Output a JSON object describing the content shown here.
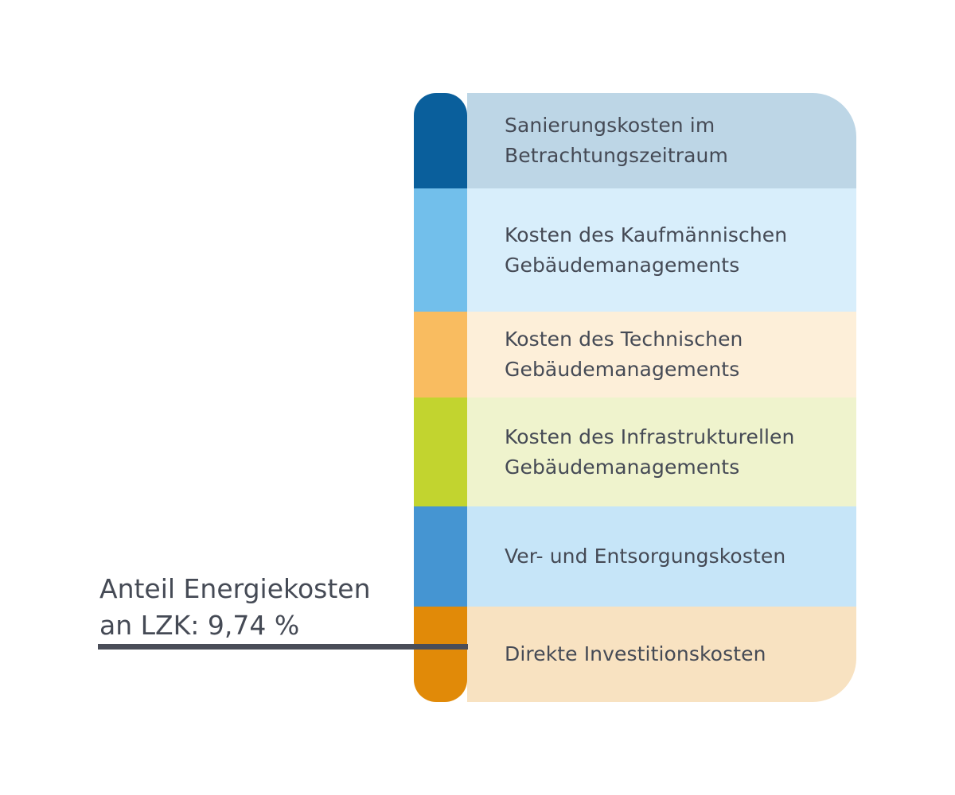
{
  "stack": {
    "rows": [
      {
        "label": "Sanierungskosten im\nBetrachtungszeitraum",
        "swatch_color": "#0a5f9c",
        "panel_color": "#bdd6e6"
      },
      {
        "label": "Kosten des Kaufmännischen\nGebäudemanagements",
        "swatch_color": "#72bfeb",
        "panel_color": "#d8eefb"
      },
      {
        "label": "Kosten des Technischen\nGebäudemanagements",
        "swatch_color": "#f9bc60",
        "panel_color": "#fdefd9"
      },
      {
        "label": "Kosten des Infrastrukturellen\nGebäudemanagements",
        "swatch_color": "#c2d42f",
        "panel_color": "#eff3cd"
      },
      {
        "label": "Ver- und Entsorgungskosten",
        "swatch_color": "#4595d2",
        "panel_color": "#c6e5f8"
      },
      {
        "label": "Direkte Investitionskosten",
        "swatch_color": "#e18a08",
        "panel_color": "#f8e2c1"
      }
    ]
  },
  "callout": {
    "text": "Anteil Energiekosten\nan LZK: 9,74 %",
    "line_color": "#4a4d58"
  }
}
